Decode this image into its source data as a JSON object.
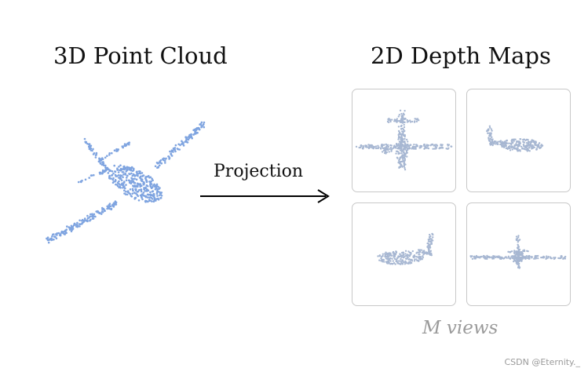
{
  "titles": {
    "left": "3D Point Cloud",
    "right": "2D Depth Maps"
  },
  "arrow_label": "Projection",
  "views_caption": "M  views",
  "watermark": "CSDN @Eternity._",
  "colors": {
    "point_cloud": "#7fa4e0",
    "depth_map": "#a7b7d2",
    "frame_border": "#c8c8c8",
    "caption": "#9a9a9a",
    "arrow": "#000000"
  }
}
